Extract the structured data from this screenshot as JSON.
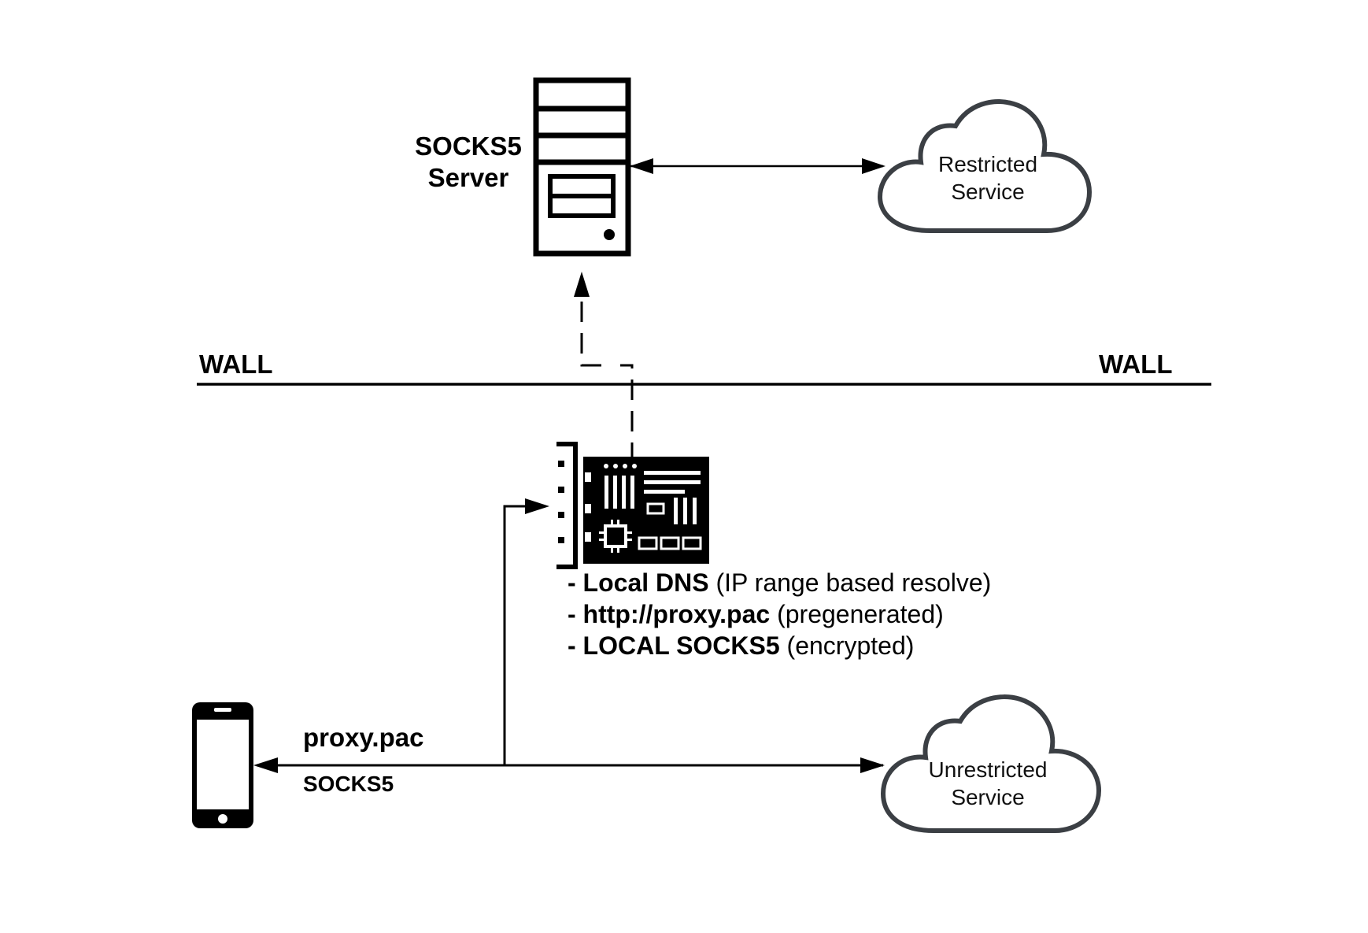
{
  "server": {
    "label_line1": "SOCKS5",
    "label_line2": "Server"
  },
  "wall": {
    "left_label": "WALL",
    "right_label": "WALL"
  },
  "restricted": {
    "line1": "Restricted",
    "line2": "Service"
  },
  "unrestricted": {
    "line1": "Unrestricted",
    "line2": "Service"
  },
  "router_features": [
    {
      "prefix": "- ",
      "bold": "Local DNS",
      "rest": " (IP range based resolve)"
    },
    {
      "prefix": "- ",
      "bold": "http://proxy.pac",
      "rest": " (pregenerated)"
    },
    {
      "prefix": "- ",
      "bold": "LOCAL SOCKS5",
      "rest": " (encrypted)"
    }
  ],
  "phone_link": {
    "upper_label": "proxy.pac",
    "lower_label": "SOCKS5"
  },
  "icons": {
    "server": "server-tower-icon",
    "cloud": "cloud-icon",
    "board": "network-card-icon",
    "phone": "smartphone-icon"
  },
  "colors": {
    "stroke": "#000000",
    "cloud_stroke": "#3b3f44",
    "background": "#ffffff"
  }
}
